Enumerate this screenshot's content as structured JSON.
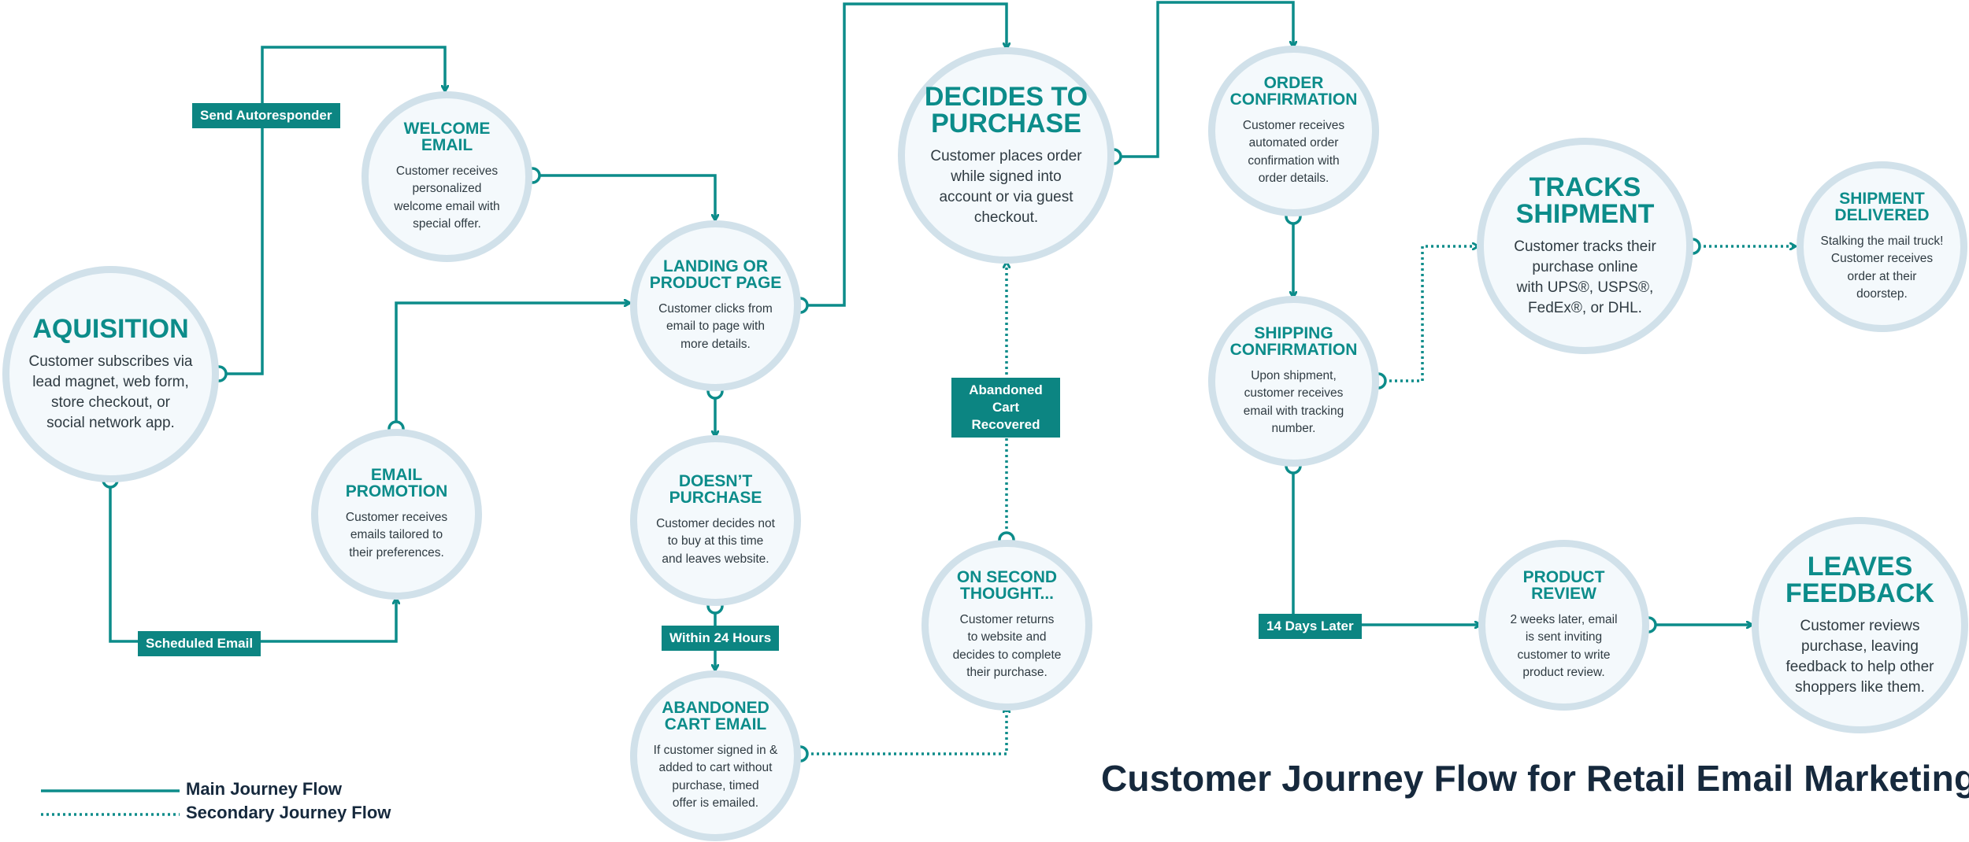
{
  "title": "Customer Journey Flow for Retail Email Marketing",
  "colors": {
    "teal": "#0c8c8a",
    "tag_bg": "#0c8582",
    "node_fill": "#f4f9fc",
    "node_ring": "#d1e1ea",
    "text_dark": "#16293d",
    "text_body": "#2f3b42"
  },
  "legend": {
    "main": "Main Journey Flow",
    "secondary": "Secondary Journey Flow"
  },
  "nodes": {
    "aquisition": {
      "title": "AQUISITION",
      "desc": "Customer subscribes via\nlead magnet, web form,\nstore checkout, or\nsocial network app."
    },
    "welcome": {
      "title": "WELCOME\nEMAIL",
      "desc": "Customer receives\npersonalized\nwelcome email with\nspecial offer."
    },
    "promotion": {
      "title": "EMAIL\nPROMOTION",
      "desc": "Customer receives\nemails tailored to\ntheir preferences."
    },
    "landing": {
      "title": "LANDING OR\nPRODUCT PAGE",
      "desc": "Customer clicks from\nemail to page with\nmore details."
    },
    "doesnt": {
      "title": "DOESN’T\nPURCHASE",
      "desc": "Customer decides not\nto buy at this time\nand leaves website."
    },
    "abandoned": {
      "title": "ABANDONED\nCART EMAIL",
      "desc": "If customer signed in &\nadded to cart without\npurchase, timed\noffer is emailed."
    },
    "decides": {
      "title": "DECIDES TO\nPURCHASE",
      "desc": "Customer places order\nwhile signed into\naccount or via guest\ncheckout."
    },
    "second": {
      "title": "ON SECOND\nTHOUGHT...",
      "desc": "Customer returns\nto website and\ndecides to complete\ntheir purchase."
    },
    "order": {
      "title": "ORDER\nCONFIRMATION",
      "desc": "Customer receives\nautomated order\nconfirmation with\norder details."
    },
    "shipping": {
      "title": "SHIPPING\nCONFIRMATION",
      "desc": "Upon shipment,\ncustomer receives\nemail with tracking\nnumber."
    },
    "tracks": {
      "title": "TRACKS\nSHIPMENT",
      "desc": "Customer tracks their\npurchase online\nwith UPS®, USPS®,\nFedEx®, or DHL."
    },
    "delivered": {
      "title": "SHIPMENT\nDELIVERED",
      "desc": "Stalking the mail truck!\nCustomer receives\norder at their\ndoorstep."
    },
    "review": {
      "title": "PRODUCT\nREVIEW",
      "desc": "2 weeks later, email\nis sent inviting\ncustomer to write\nproduct review."
    },
    "feedback": {
      "title": "LEAVES\nFEEDBACK",
      "desc": "Customer reviews\npurchase, leaving\nfeedback to help other\nshoppers like them."
    }
  },
  "tags": {
    "autoresponder": "Send Autoresponder",
    "scheduled": "Scheduled Email",
    "within24": "Within 24 Hours",
    "recovered": "Abandoned Cart\nRecovered",
    "days14": "14 Days Later"
  }
}
